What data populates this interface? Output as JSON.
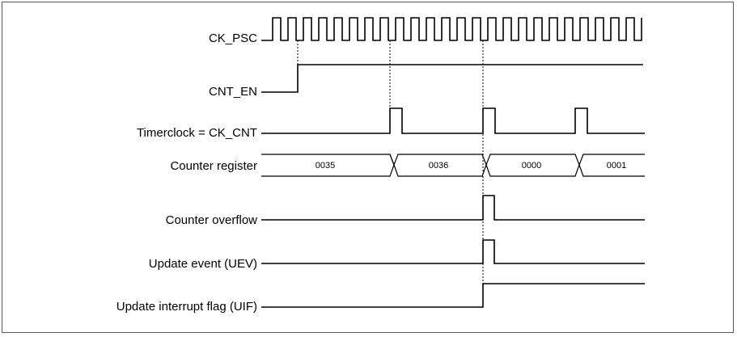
{
  "signals": [
    {
      "id": "ck_psc",
      "label": "CK_PSC"
    },
    {
      "id": "cnt_en",
      "label": "CNT_EN"
    },
    {
      "id": "timerclock",
      "label": "Timerclock = CK_CNT"
    },
    {
      "id": "counter_register",
      "label": "Counter register"
    },
    {
      "id": "counter_overflow",
      "label": "Counter overflow"
    },
    {
      "id": "update_event",
      "label": "Update event (UEV)"
    },
    {
      "id": "uif",
      "label": "Update interrupt flag (UIF)"
    }
  ],
  "counter_values": [
    "0035",
    "0036",
    "0000",
    "0001"
  ]
}
